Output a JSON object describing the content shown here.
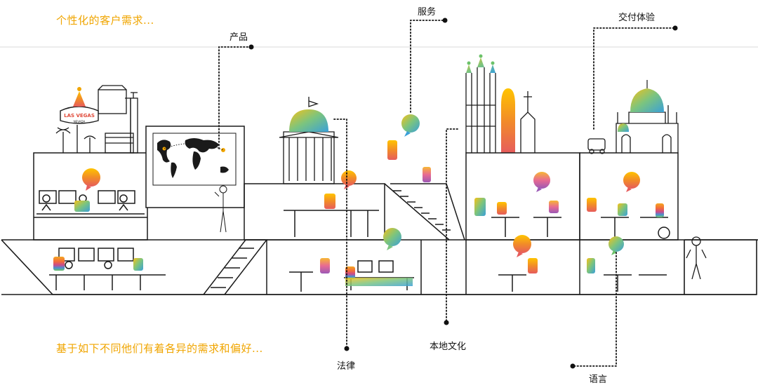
{
  "headline_top": "个性化的客户需求...",
  "headline_bottom": "基于如下不同他们有着各异的需求和偏好...",
  "accent_color": "#f0a500",
  "labels": {
    "product": "产品",
    "service": "服务",
    "delivery_experience": "交付体验",
    "legal": "法律",
    "local_culture": "本地文化",
    "language": "语言"
  },
  "signs": {
    "las_vegas_line1": "LAS VEGAS",
    "las_vegas_line2": "NEVADA"
  }
}
